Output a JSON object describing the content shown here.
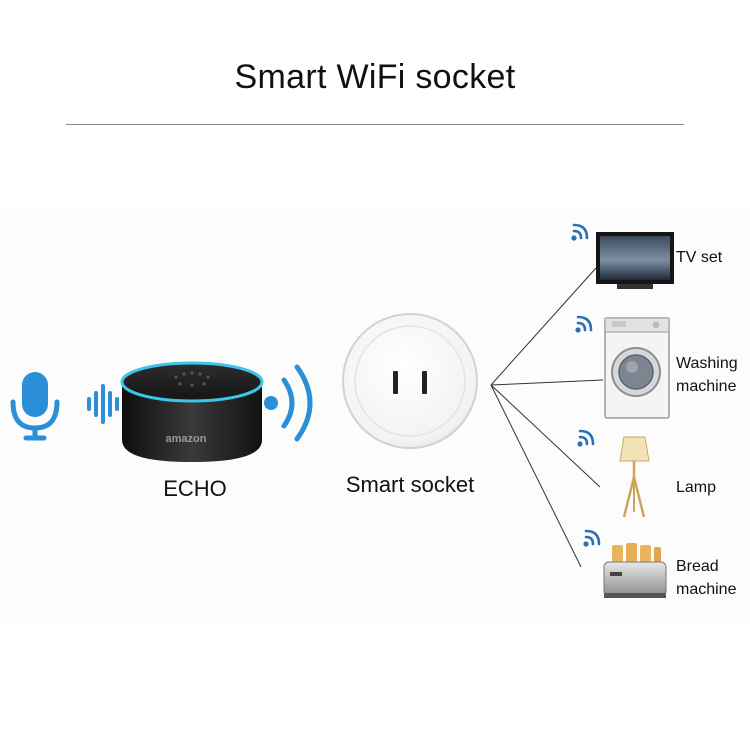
{
  "title": "Smart WiFi socket",
  "echo": {
    "label": "ECHO",
    "brand_text": "amazon"
  },
  "socket": {
    "label": "Smart socket"
  },
  "devices": [
    {
      "label": "TV set"
    },
    {
      "label": "Washing machine"
    },
    {
      "label": "Lamp"
    },
    {
      "label": "Bread machine"
    }
  ],
  "icons": {
    "voice": "microphone-icon",
    "sound": "sound-wave-icon",
    "signal": "wifi-signal-icon"
  },
  "colors": {
    "accent_blue": "#2a8fd6",
    "wifi_blue": "#2b6fb6",
    "echo_ring": "#3cc6e8",
    "line": "#333333"
  }
}
